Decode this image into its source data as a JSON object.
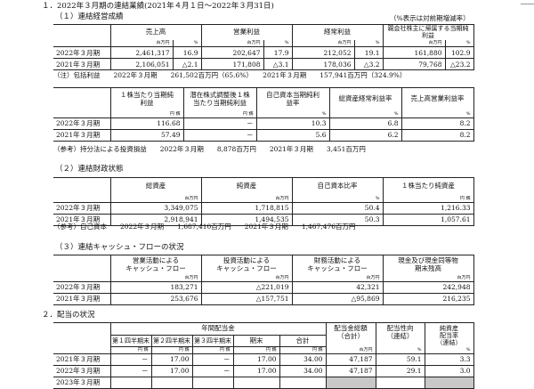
{
  "heading": "１．2022年３月期の連結業績(2021年４月１日～2022年３月31日)",
  "s1": {
    "title": "（１）連結経営成績",
    "note": "（%表示は対前期増減率）",
    "headers": [
      "売上高",
      "営業利益",
      "経常利益",
      "親会社株主に帰属する当期純利益"
    ],
    "unit_m": "百万円",
    "unit_p": "%",
    "rows": [
      {
        "label": "2022年３月期",
        "v": [
          "2,461,317",
          "16.9",
          "202,647",
          "17.9",
          "212,052",
          "19.1",
          "161,880",
          "102.9"
        ]
      },
      {
        "label": "2021年３月期",
        "v": [
          "2,106,051",
          "△2.1",
          "171,808",
          "△3.1",
          "178,036",
          "△3.2",
          "79,768",
          "△23.2"
        ]
      }
    ],
    "comp_note": "（注）包括利益　　2022年３月期　　261,502百万円（65.6%）　　2021年３月期　　157,941百万円（324.9%）"
  },
  "s1b": {
    "headers": [
      "１株当たり当期純利益",
      "潜在株式調整後１株当たり当期純利益",
      "自己資本当期純利益率",
      "総資産経常利益率",
      "売上高営業利益率"
    ],
    "units": [
      "円 銭",
      "円 銭",
      "%",
      "%",
      "%"
    ],
    "rows": [
      {
        "label": "2022年３月期",
        "v": [
          "116.68",
          "－",
          "10.3",
          "6.8",
          "8.2"
        ]
      },
      {
        "label": "2021年３月期",
        "v": [
          "57.49",
          "－",
          "5.6",
          "6.2",
          "8.2"
        ]
      }
    ],
    "ref": "（参考）持分法による投資損益　　2022年３月期　　8,878百万円　　2021年３月期　　3,451百万円"
  },
  "s2": {
    "title": "（２）連結財政状態",
    "headers": [
      "総資産",
      "純資産",
      "自己資本比率",
      "１株当たり純資産"
    ],
    "units": [
      "百万円",
      "百万円",
      "%",
      "円 銭"
    ],
    "rows": [
      {
        "label": "2022年３月期",
        "v": [
          "3,349,075",
          "1,718,815",
          "50.4",
          "1,216.33"
        ]
      },
      {
        "label": "2021年３月期",
        "v": [
          "2,918,941",
          "1,494,535",
          "50.3",
          "1,057.61"
        ]
      }
    ],
    "ref": "（参考）自己資本　　2022年３月期　　1,687,410百万円　　2021年３月期　　1,467,476百万円"
  },
  "s3": {
    "title": "（３）連結キャッシュ・フローの状況",
    "headers": [
      "営業活動による\nキャッシュ・フロー",
      "投資活動による\nキャッシュ・フロー",
      "財務活動による\nキャッシュ・フロー",
      "現金及び現金同等物\n期末残高"
    ],
    "units": [
      "百万円",
      "百万円",
      "百万円",
      "百万円"
    ],
    "rows": [
      {
        "label": "2022年３月期",
        "v": [
          "183,271",
          "△221,019",
          "42,321",
          "242,948"
        ]
      },
      {
        "label": "2021年３月期",
        "v": [
          "253,676",
          "△157,751",
          "△95,869",
          "216,235"
        ]
      }
    ]
  },
  "s4": {
    "title": "２．配当の状況",
    "group": "年間配当金",
    "quarters": [
      "第１四半期末",
      "第２四半期末",
      "第３四半期末",
      "期末",
      "合計"
    ],
    "headers": [
      "配当金総額\n（合計）",
      "配当性向\n（連結）",
      "純資産\n配当率\n（連結）"
    ],
    "units": [
      "円 銭",
      "円 銭",
      "円 銭",
      "円 銭",
      "円 銭",
      "百万円",
      "%",
      "%"
    ],
    "rows": [
      {
        "label": "2021年３月期",
        "v": [
          "－",
          "17.00",
          "－",
          "17.00",
          "34.00",
          "47,187",
          "59.1",
          "3.3"
        ]
      },
      {
        "label": "2022年３月期",
        "v": [
          "－",
          "17.00",
          "－",
          "17.00",
          "34.00",
          "47,187",
          "29.1",
          "3.0"
        ]
      }
    ],
    "cut_row": "2023年３月期"
  }
}
